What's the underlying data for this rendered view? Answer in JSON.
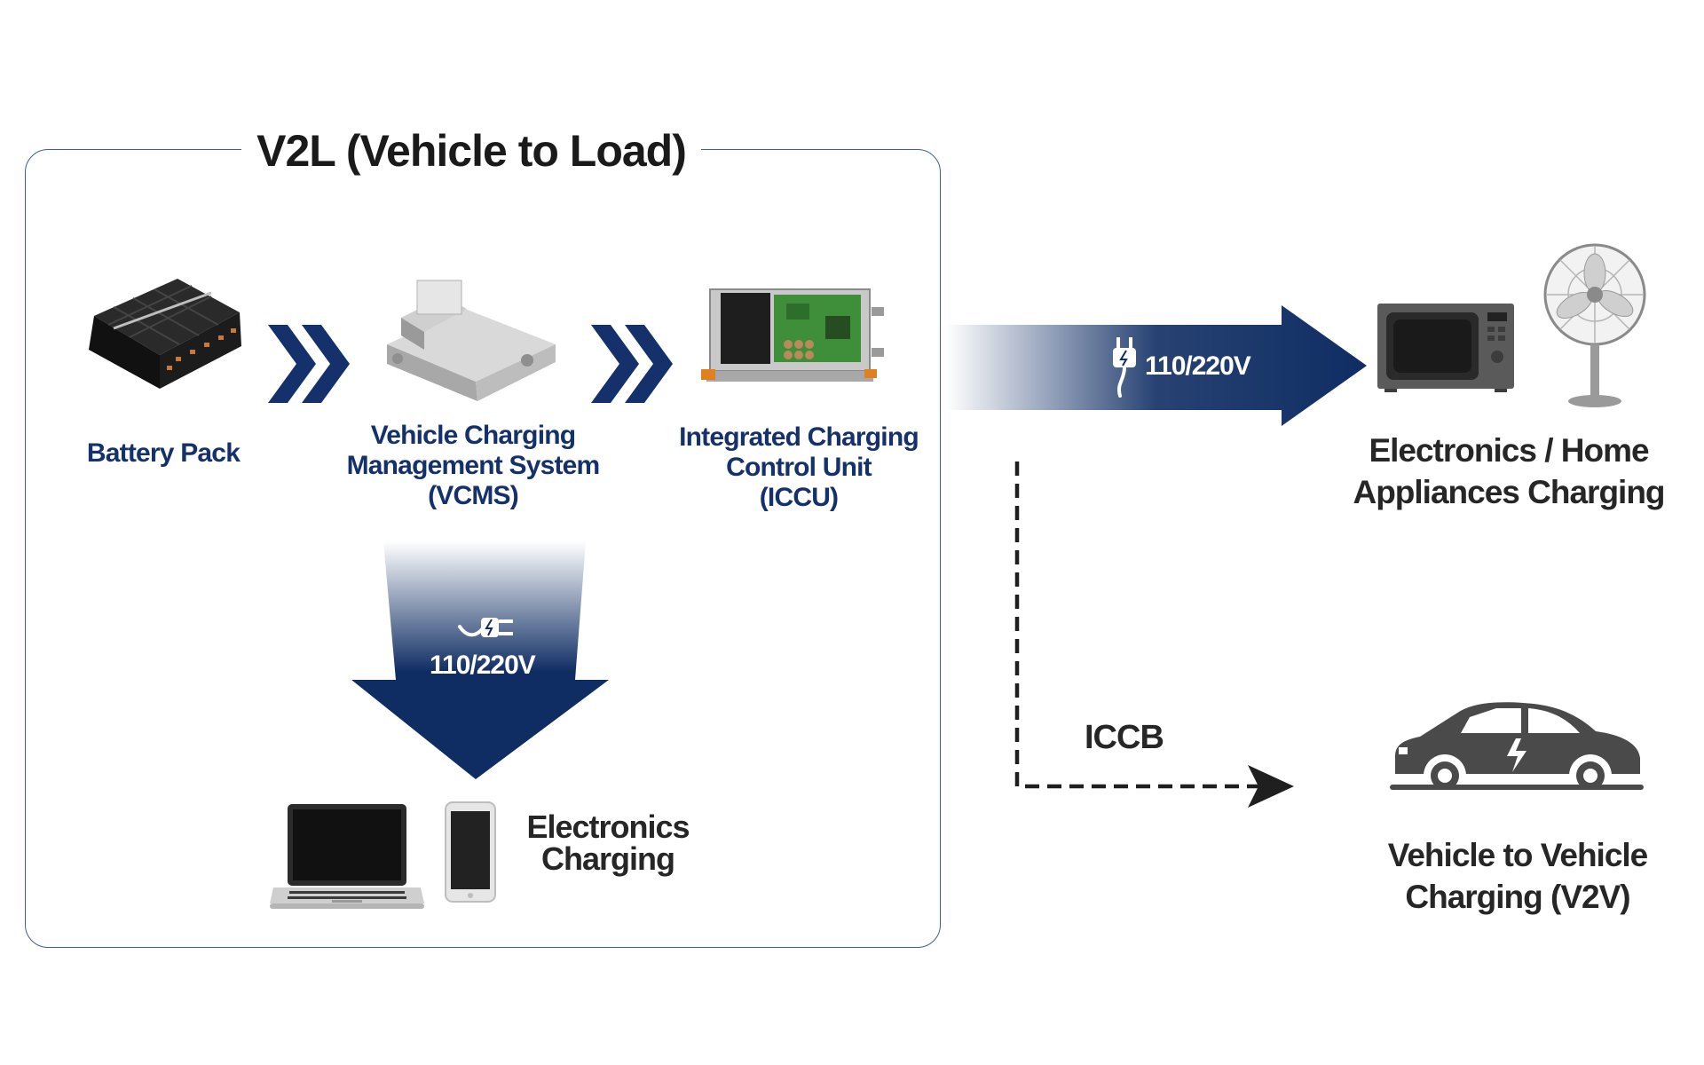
{
  "title": "V2L (Vehicle to Load)",
  "components": {
    "battery_pack": "Battery Pack",
    "vcms": [
      "Vehicle Charging",
      "Management System",
      "(VCMS)"
    ],
    "iccu": [
      "Integrated Charging",
      "Control Unit",
      "(ICCU)"
    ]
  },
  "flows": {
    "down_voltage": "110/220V",
    "right_voltage": "110/220V",
    "iccb": "ICCB"
  },
  "outputs": {
    "electronics": [
      "Electronics",
      "Charging"
    ],
    "home_appliances": [
      "Electronics / Home",
      "Appliances Charging"
    ],
    "v2v": [
      "Vehicle to Vehicle",
      "Charging (V2V)"
    ]
  },
  "colors": {
    "navy": "#14316b",
    "arrow_navy": "#0f2d63",
    "frame": "#3a5f9c"
  },
  "icons": [
    "battery-pack-icon",
    "vcms-unit-icon",
    "iccu-unit-icon",
    "chevron-right-icon",
    "plug-icon",
    "laptop-icon",
    "smartphone-icon",
    "microwave-icon",
    "fan-icon",
    "car-icon"
  ]
}
